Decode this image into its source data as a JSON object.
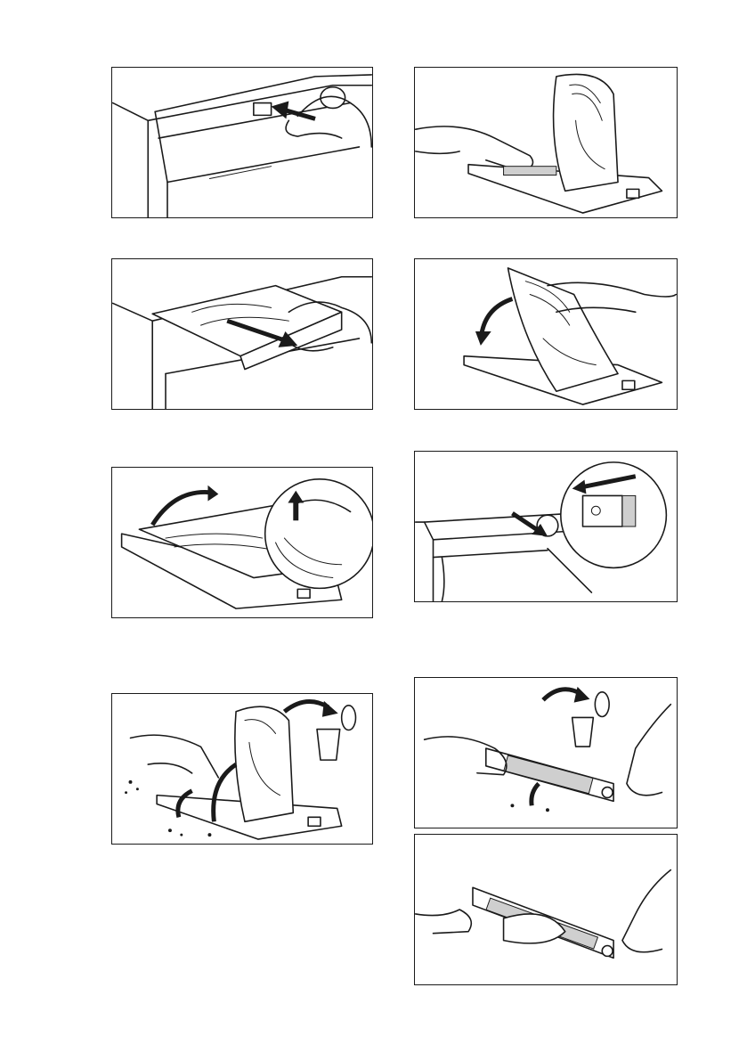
{
  "figures": [
    {
      "id": "step-1",
      "icon": "press-door-button"
    },
    {
      "id": "step-2",
      "icon": "pull-out-filter-drawer"
    },
    {
      "id": "step-3",
      "icon": "lift-filter-cover"
    },
    {
      "id": "step-4",
      "icon": "remove-fluff-to-bin"
    },
    {
      "id": "step-5",
      "icon": "clean-filter-drawer"
    },
    {
      "id": "step-6",
      "icon": "close-filter-cover"
    },
    {
      "id": "step-7",
      "icon": "release-lower-filter"
    },
    {
      "id": "step-8",
      "icon": "remove-fluff-from-filter"
    },
    {
      "id": "step-9",
      "icon": "wipe-filter-mesh"
    }
  ]
}
